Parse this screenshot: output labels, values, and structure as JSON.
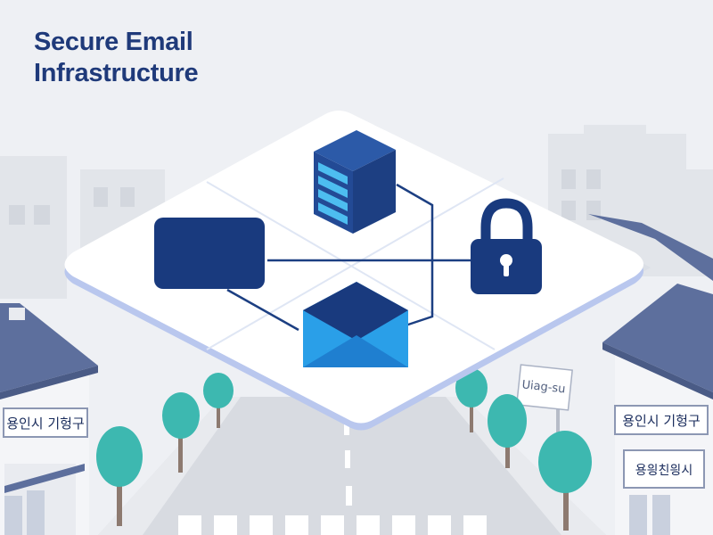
{
  "header": {
    "title_line1": "Secure Email",
    "title_line2": "Infrastructure"
  },
  "signs": {
    "left_building": "용인시 기헝구",
    "right_building_top": "용인시 기헝구",
    "right_building_bottom": "용읭친읭시",
    "street": "Uiag-su"
  },
  "icons": [
    "server-icon",
    "monitor-icon",
    "lock-icon",
    "envelope-icon"
  ],
  "colors": {
    "navy": "#193a7e",
    "blue_accent": "#2a9fe8",
    "platform": "#ffffff",
    "roof": "#5d6f9d",
    "tree": "#3db8b0",
    "background": "#eef0f4"
  }
}
